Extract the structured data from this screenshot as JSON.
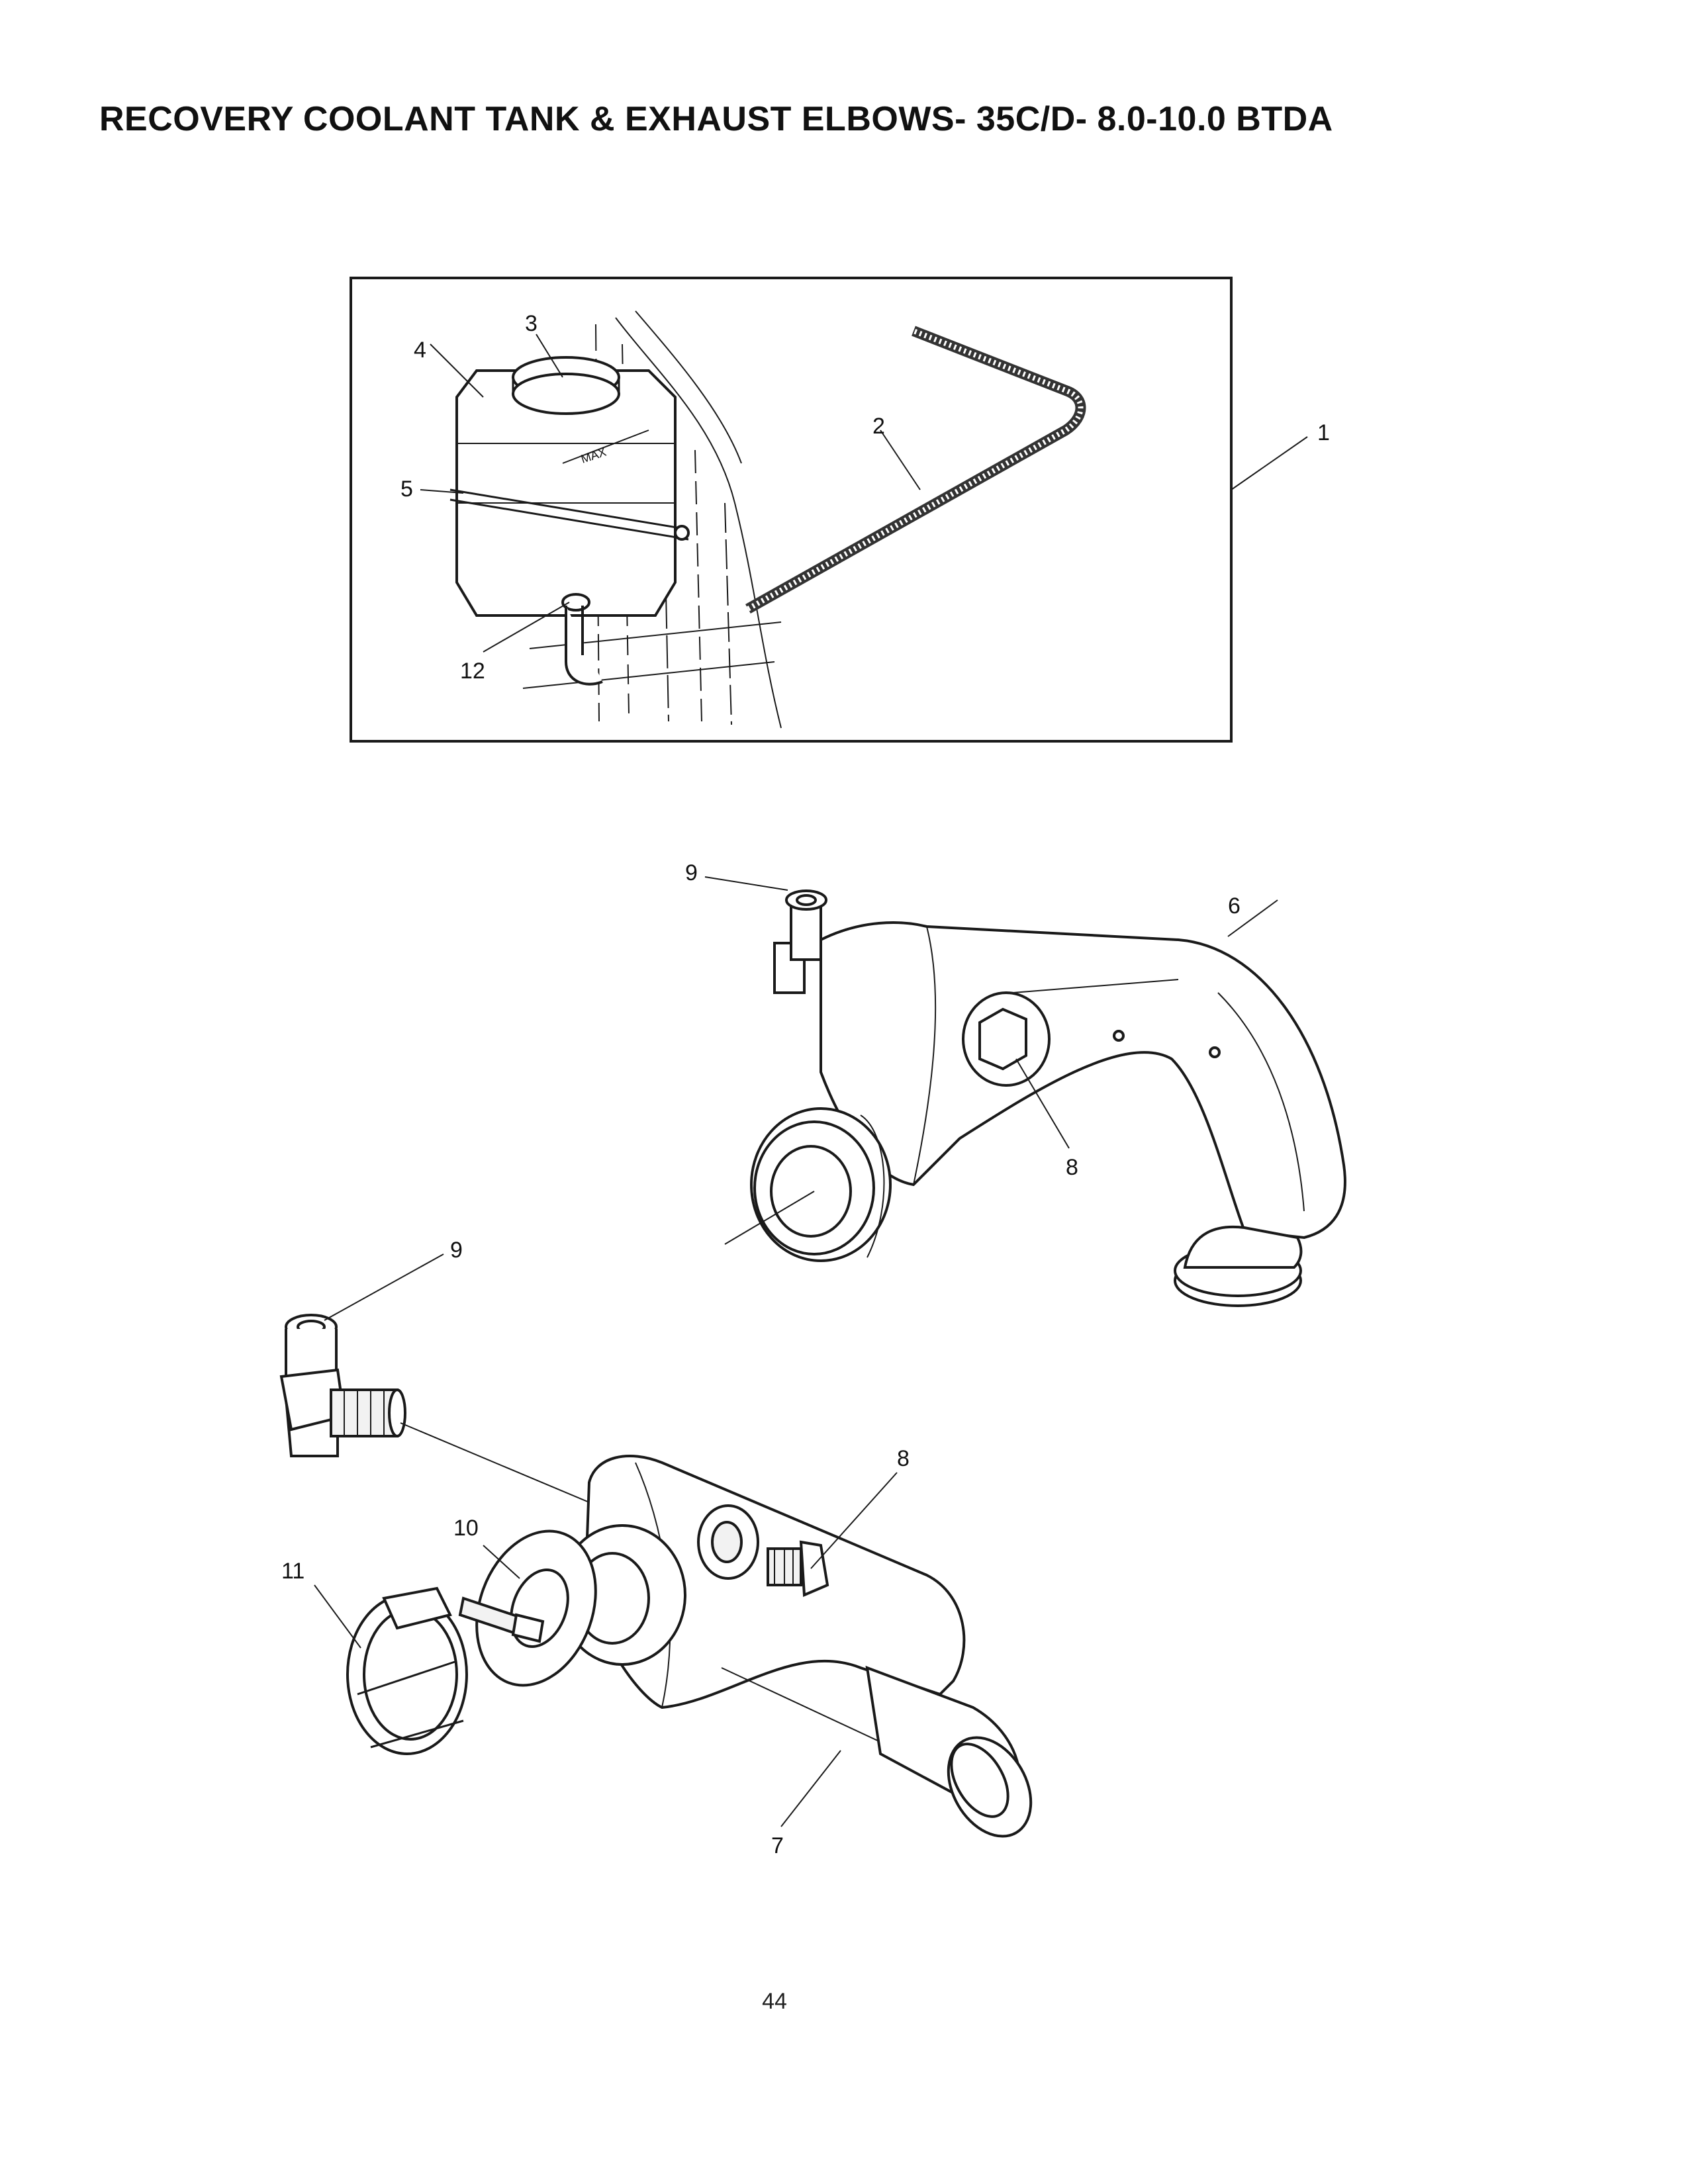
{
  "title": "RECOVERY COOLANT TANK & EXHAUST ELBOWS- 35C/D- 8.0-10.0 BTDA",
  "page_number": "44",
  "callouts": {
    "c1": "1",
    "c2": "2",
    "c3": "3",
    "c4": "4",
    "c5": "5",
    "c6": "6",
    "c7": "7",
    "c8_upper": "8",
    "c8_lower": "8",
    "c9_upper": "9",
    "c9_lower": "9",
    "c10": "10",
    "c11": "11",
    "c12": "12"
  },
  "tank_level_mark": "MAX",
  "colors": {
    "ink": "#1a1a1a",
    "paper": "#ffffff",
    "stipple": "#8c8c8c"
  }
}
